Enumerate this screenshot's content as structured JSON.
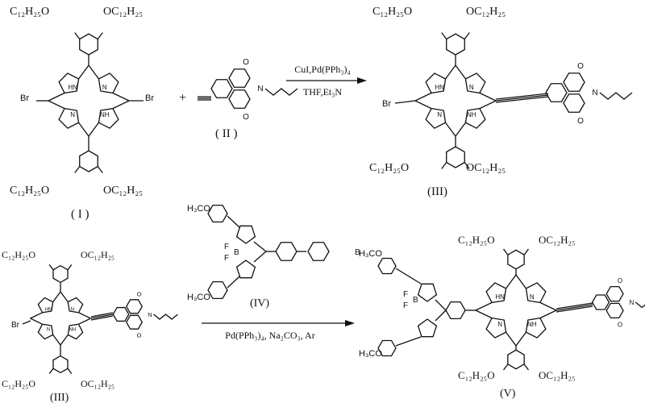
{
  "labels": {
    "c12_left": "C₁₂H₂₅O",
    "c12_right": "OC₁₂H₂₅",
    "br": "Br",
    "nh": "NH",
    "hn": "HN",
    "n": "N",
    "o": "O",
    "plus": "+",
    "b": "B",
    "f": "F",
    "meo": "H₃CO"
  },
  "compounds": {
    "I": "( I )",
    "II": "( II )",
    "III": "(III)",
    "IV": "(IV)",
    "V": "(V)"
  },
  "reactions": [
    {
      "reagents_top": "CuI,Pd(PPh₃)₄",
      "reagents_bottom": "THF,Et₃N"
    },
    {
      "reagents_top": "",
      "reagents_bottom": "Pd(PPh₃)₄, Na₂CO₃, Ar"
    }
  ]
}
